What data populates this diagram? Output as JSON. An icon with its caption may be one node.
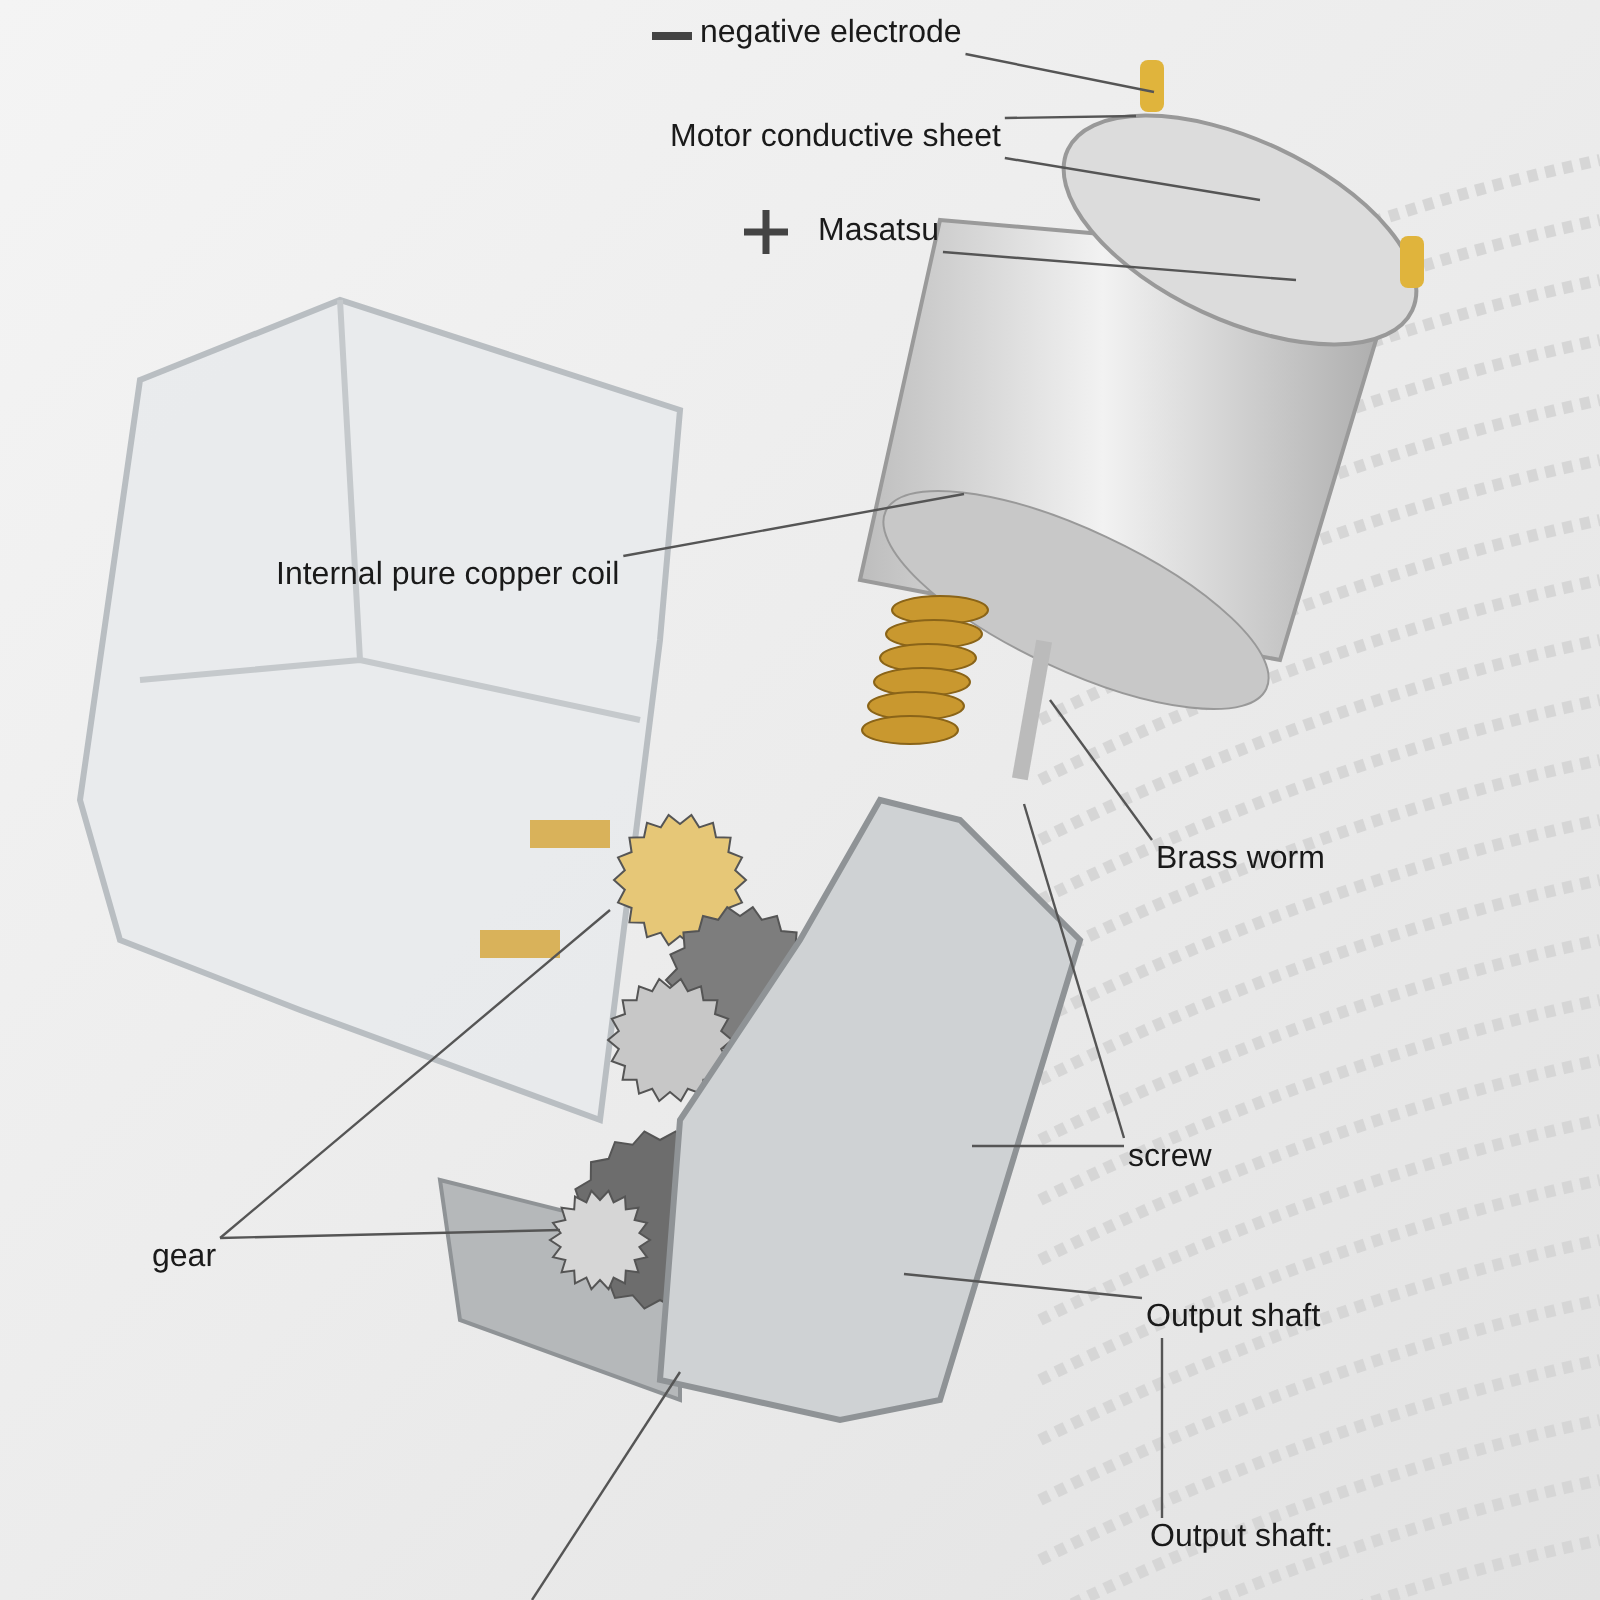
{
  "diagram": {
    "nodes": [
      {
        "text": [
          "negative electrode"
        ]
      },
      {
        "text": [
          "Motor conductive sheet"
        ]
      },
      {
        "text": [
          "Masatsu"
        ]
      },
      {
        "text": [
          "Internal pure copper coil"
        ]
      },
      {
        "text": [
          "Brass worm"
        ]
      },
      {
        "text": [
          "screw"
        ]
      },
      {
        "text": [
          "gear"
        ]
      },
      {
        "text": [
          "Output shaft"
        ]
      },
      {
        "text": [
          "Output shaft:"
        ]
      },
      {
        "text": [],
        "shape": "picture"
      }
    ],
    "edges": [
      {
        "from": 0,
        "to": null,
        "arrow": "none"
      },
      {
        "from": 1,
        "to": null,
        "arrow": "none"
      },
      {
        "from": 1,
        "to": null,
        "arrow": "none"
      },
      {
        "from": 2,
        "to": null,
        "arrow": "none"
      },
      {
        "from": 3,
        "to": null,
        "arrow": "none"
      },
      {
        "from": 4,
        "to": null,
        "arrow": "none"
      },
      {
        "from": 5,
        "to": null,
        "arrow": "none"
      },
      {
        "from": 5,
        "to": 9,
        "arrow": "none"
      },
      {
        "from": 6,
        "to": null,
        "arrow": "none"
      },
      {
        "from": 6,
        "to": null,
        "arrow": "none"
      },
      {
        "from": 7,
        "to": 9,
        "arrow": "none"
      },
      {
        "from": 8,
        "to": 7,
        "arrow": "none"
      },
      {
        "from": null,
        "to": 9,
        "arrow": "none"
      }
    ]
  }
}
